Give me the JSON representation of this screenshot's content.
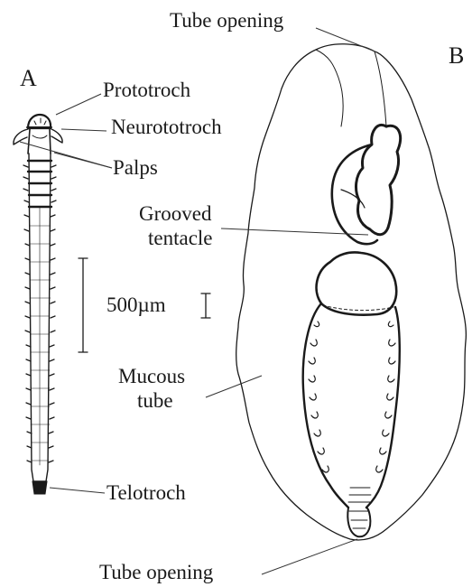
{
  "figure": {
    "panel_a_label": "A",
    "panel_b_label": "B",
    "labels": {
      "tube_opening_top": "Tube opening",
      "prototroch": "Prototroch",
      "neurotroch": "Neurototroch",
      "palps": "Palps",
      "grooved_line1": "Grooved",
      "grooved_line2": "tentacle",
      "scale_bar": "500µm",
      "mucous_line1": "Mucous",
      "mucous_line2": "tube",
      "telotroch": "Telotroch",
      "tube_opening_bottom": "Tube opening"
    }
  }
}
